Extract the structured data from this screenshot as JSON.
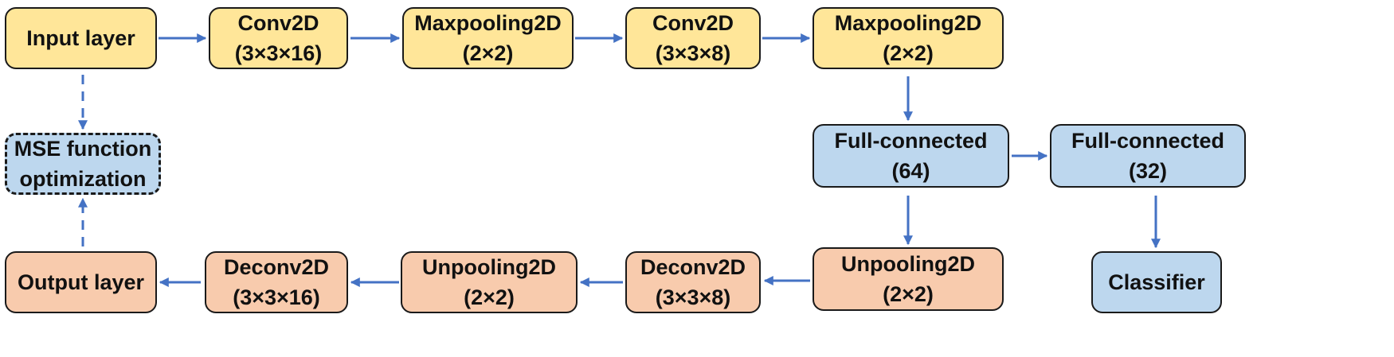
{
  "colors": {
    "encoder": "#FFE699",
    "latent": "#BDD7EE",
    "decoder": "#F8CBAD",
    "arrow": "#4472C4",
    "border": "#1a1a1a"
  },
  "nodes": {
    "input_layer": {
      "line1": "Input layer",
      "line2": ""
    },
    "conv1": {
      "line1": "Conv2D",
      "line2": "(3×3×16)"
    },
    "maxpool1": {
      "line1": "Maxpooling2D",
      "line2": "(2×2)"
    },
    "conv2": {
      "line1": "Conv2D",
      "line2": "(3×3×8)"
    },
    "maxpool2": {
      "line1": "Maxpooling2D",
      "line2": "(2×2)"
    },
    "fc64": {
      "line1": "Full-connected",
      "line2": "(64)"
    },
    "fc32": {
      "line1": "Full-connected",
      "line2": "(32)"
    },
    "classifier": {
      "line1": "Classifier",
      "line2": ""
    },
    "mse": {
      "line1": "MSE function",
      "line2": "optimization"
    },
    "output_layer": {
      "line1": "Output layer",
      "line2": ""
    },
    "deconv1": {
      "line1": "Deconv2D",
      "line2": "(3×3×16)"
    },
    "unpool1": {
      "line1": "Unpooling2D",
      "line2": "(2×2)"
    },
    "deconv2": {
      "line1": "Deconv2D",
      "line2": "(3×3×8)"
    },
    "unpool2": {
      "line1": "Unpooling2D",
      "line2": "(2×2)"
    }
  }
}
